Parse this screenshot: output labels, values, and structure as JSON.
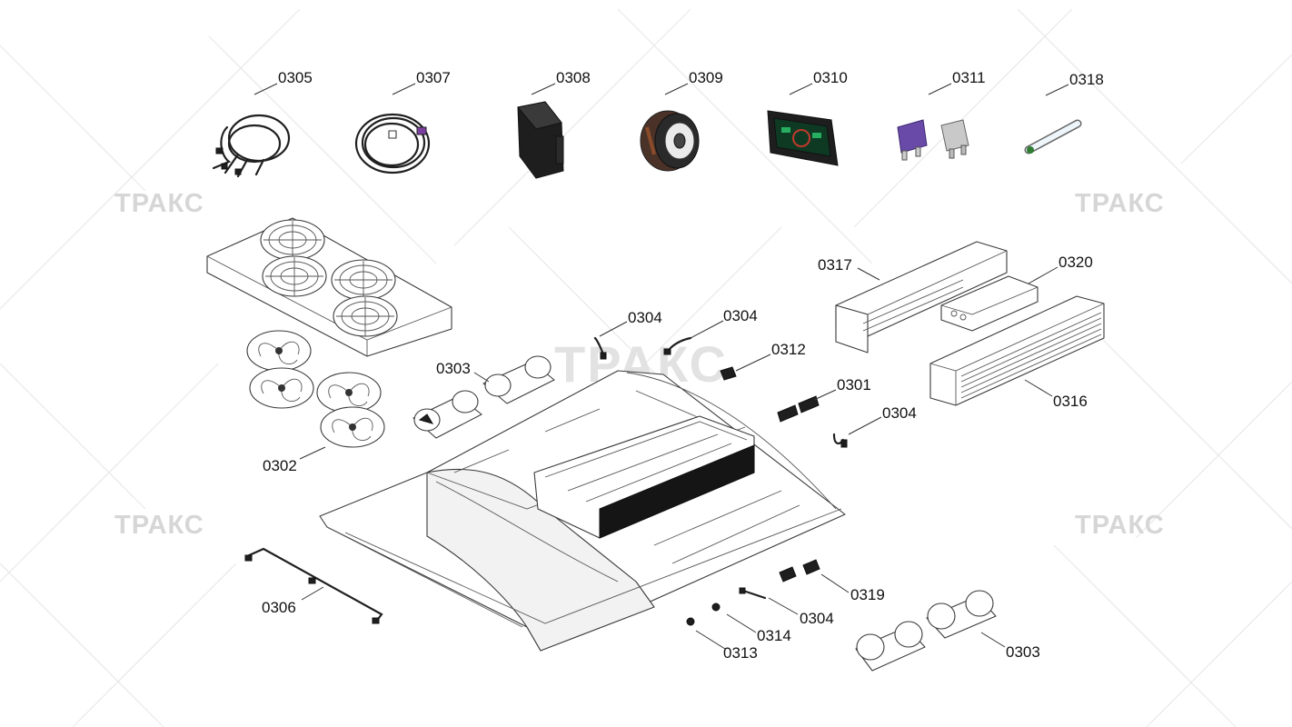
{
  "watermark": {
    "text": "ТРАКС",
    "center_text": "ТРАКС"
  },
  "callouts": {
    "c0305": "0305",
    "c0307": "0307",
    "c0308": "0308",
    "c0309": "0309",
    "c0310": "0310",
    "c0311": "0311",
    "c0318": "0318",
    "c0317": "0317",
    "c0320": "0320",
    "c0316": "0316",
    "c0304a": "0304",
    "c0304b": "0304",
    "c0304c": "0304",
    "c0304d": "0304",
    "c0312": "0312",
    "c0303a": "0303",
    "c0303b": "0303",
    "c0301": "0301",
    "c0302": "0302",
    "c0306": "0306",
    "c0319": "0319",
    "c0314": "0314",
    "c0313": "0313"
  },
  "colors": {
    "fuse_violet": "#6a4aa8",
    "fuse_grey": "#c9c9c9",
    "tube_green": "#2e7d32",
    "panel_red": "#c0392b",
    "panel_green": "#27ae60",
    "clutch_copper": "#8a4b2a"
  }
}
